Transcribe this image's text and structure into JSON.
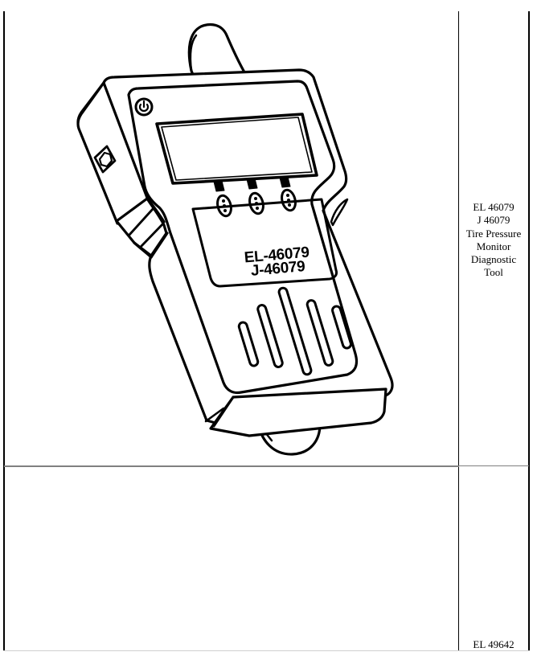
{
  "table": {
    "rows": [
      {
        "illustration": {
          "label_line1": "EL-46079",
          "label_line2": "J-46079",
          "icons": [
            "power-icon",
            "connector-port-icon",
            "button-icon",
            "button-icon",
            "button-icon"
          ]
        },
        "description": {
          "lines": [
            "EL 46079",
            "J 46079",
            "Tire Pressure",
            "Monitor",
            "Diagnostic",
            "Tool"
          ]
        }
      },
      {
        "illustration": null,
        "description": {
          "lines": [
            "EL 49642"
          ]
        }
      }
    ]
  },
  "colors": {
    "border": "#000000",
    "row_divider": "#808080",
    "background": "#ffffff"
  }
}
